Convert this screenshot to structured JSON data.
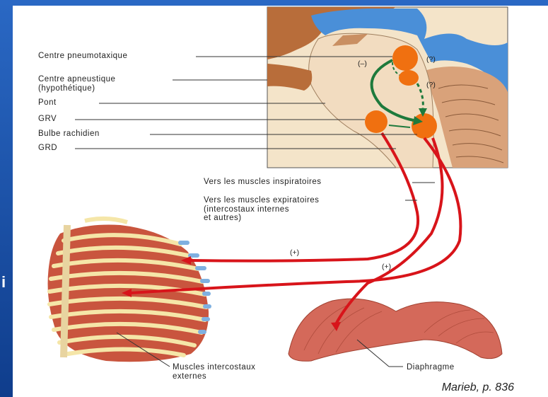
{
  "labels": {
    "centre_pneumotaxique": "Centre pneumotaxique",
    "centre_apneustique_1": "Centre apneustique",
    "centre_apneustique_2": "(hypothétique)",
    "pont": "Pont",
    "grv": "GRV",
    "bulbe": "Bulbe rachidien",
    "grd": "GRD",
    "vers_inspiratoires": "Vers les muscles inspiratoires",
    "vers_expiratoires_1": "Vers les muscles expiratoires",
    "vers_expiratoires_2": "(intercostaux internes",
    "vers_expiratoires_3": "et autres)",
    "intercostaux_1": "Muscles intercostaux",
    "intercostaux_2": "externes",
    "diaphragme": "Diaphragme"
  },
  "symbols": {
    "minus": "(–)",
    "question_1": "(?)",
    "question_2": "(?)",
    "plus_1": "(+)",
    "plus_2": "(+)"
  },
  "side_letter": "i",
  "credit": "Marieb, p. 836",
  "colors": {
    "background": "#1a4fa3",
    "nerve": "#d8141a",
    "center": "#f07010",
    "arrow_green": "#1e7a3c",
    "brain_blue": "#4a8fd8",
    "muscle": "#c9553e"
  }
}
